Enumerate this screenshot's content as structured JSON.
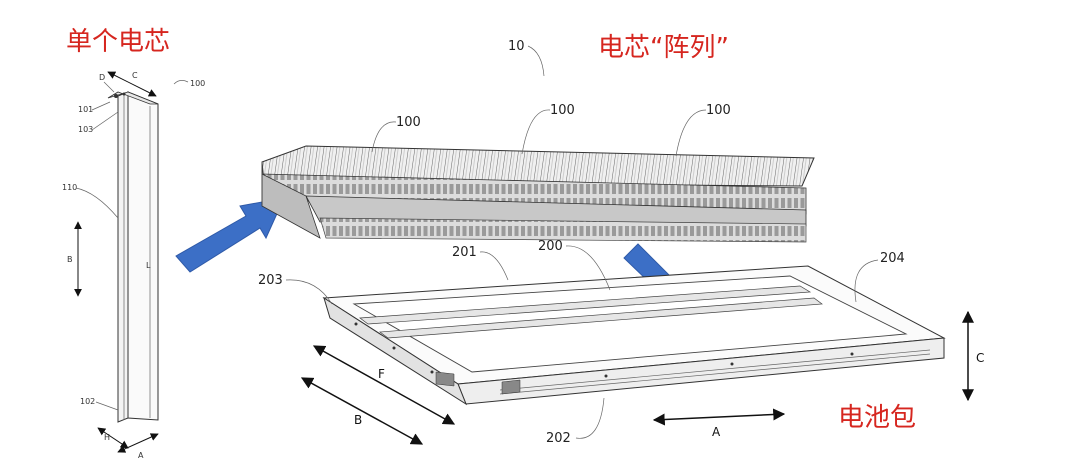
{
  "titles": {
    "single_cell": "单个电芯",
    "cell_array": "电芯“阵列”",
    "battery_pack": "电池包"
  },
  "cell_refs": {
    "ref_100": "100",
    "ref_101": "101",
    "ref_103": "103",
    "ref_110": "110",
    "ref_102": "102",
    "dim_d": "D",
    "dim_c": "C",
    "dim_b": "B",
    "dim_l": "L",
    "dim_h": "H",
    "dim_a": "A"
  },
  "array_refs": {
    "ref_10": "10",
    "ref_100_a": "100",
    "ref_100_b": "100",
    "ref_100_c": "100"
  },
  "pack_refs": {
    "ref_201": "201",
    "ref_200": "200",
    "ref_203": "203",
    "ref_204": "204",
    "ref_202": "202",
    "dim_f": "F",
    "dim_b": "B",
    "dim_a": "A",
    "dim_c": "C"
  },
  "colors": {
    "title": "#d6261f",
    "arrow": "#3c6fc6",
    "line": "#444444"
  }
}
